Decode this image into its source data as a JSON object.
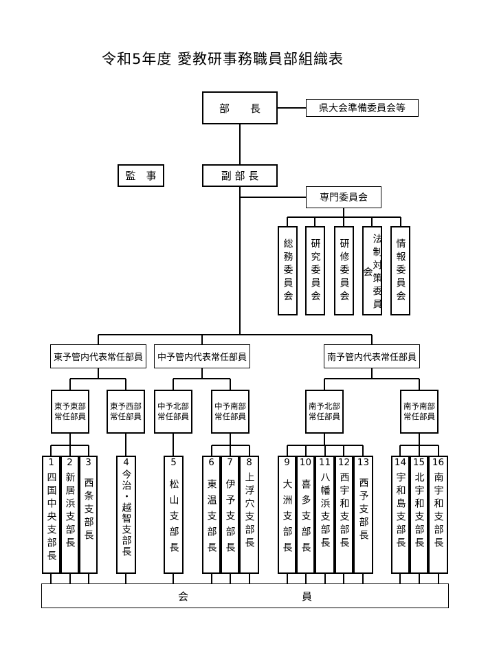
{
  "title": "令和5年度  愛教研事務職員部組織表",
  "top": {
    "head": "部　　長",
    "prep": "県大会準備委員会等",
    "auditor": "監　事",
    "deputy": "副 部 長",
    "committee": "専門委員会"
  },
  "committees": [
    "総務委員会",
    "研究委員会",
    "研修委員会",
    "法制対策委員会",
    "情報委員会"
  ],
  "regions": [
    "東予管内代表常任部員",
    "中予管内代表常任部員",
    "南予管内代表常任部員"
  ],
  "subregions": [
    "東予東部常任部員",
    "東予西部常任部員",
    "中予北部常任部員",
    "中予南部常任部員",
    "南予北部常任部員",
    "南予南部常任部員"
  ],
  "branches": [
    {
      "num": "1",
      "name": "四国中央支部長"
    },
    {
      "num": "2",
      "name": "新居浜支部長"
    },
    {
      "num": "3",
      "name": "西条支部長"
    },
    {
      "num": "4",
      "name": "今治・越智支部長"
    },
    {
      "num": "5",
      "name": "松山支部長"
    },
    {
      "num": "6",
      "name": "東温支部長"
    },
    {
      "num": "7",
      "name": "伊予支部長"
    },
    {
      "num": "8",
      "name": "上浮穴支部長"
    },
    {
      "num": "9",
      "name": "大洲支部長"
    },
    {
      "num": "10",
      "name": "喜多支部長"
    },
    {
      "num": "11",
      "name": "八幡浜支部長"
    },
    {
      "num": "12",
      "name": "西宇和支部長"
    },
    {
      "num": "13",
      "name": "西予支部長"
    },
    {
      "num": "14",
      "name": "宇和島支部長"
    },
    {
      "num": "15",
      "name": "北宇和支部長"
    },
    {
      "num": "16",
      "name": "南宇和支部長"
    }
  ],
  "members": "会　　　　　　　　　　　員"
}
